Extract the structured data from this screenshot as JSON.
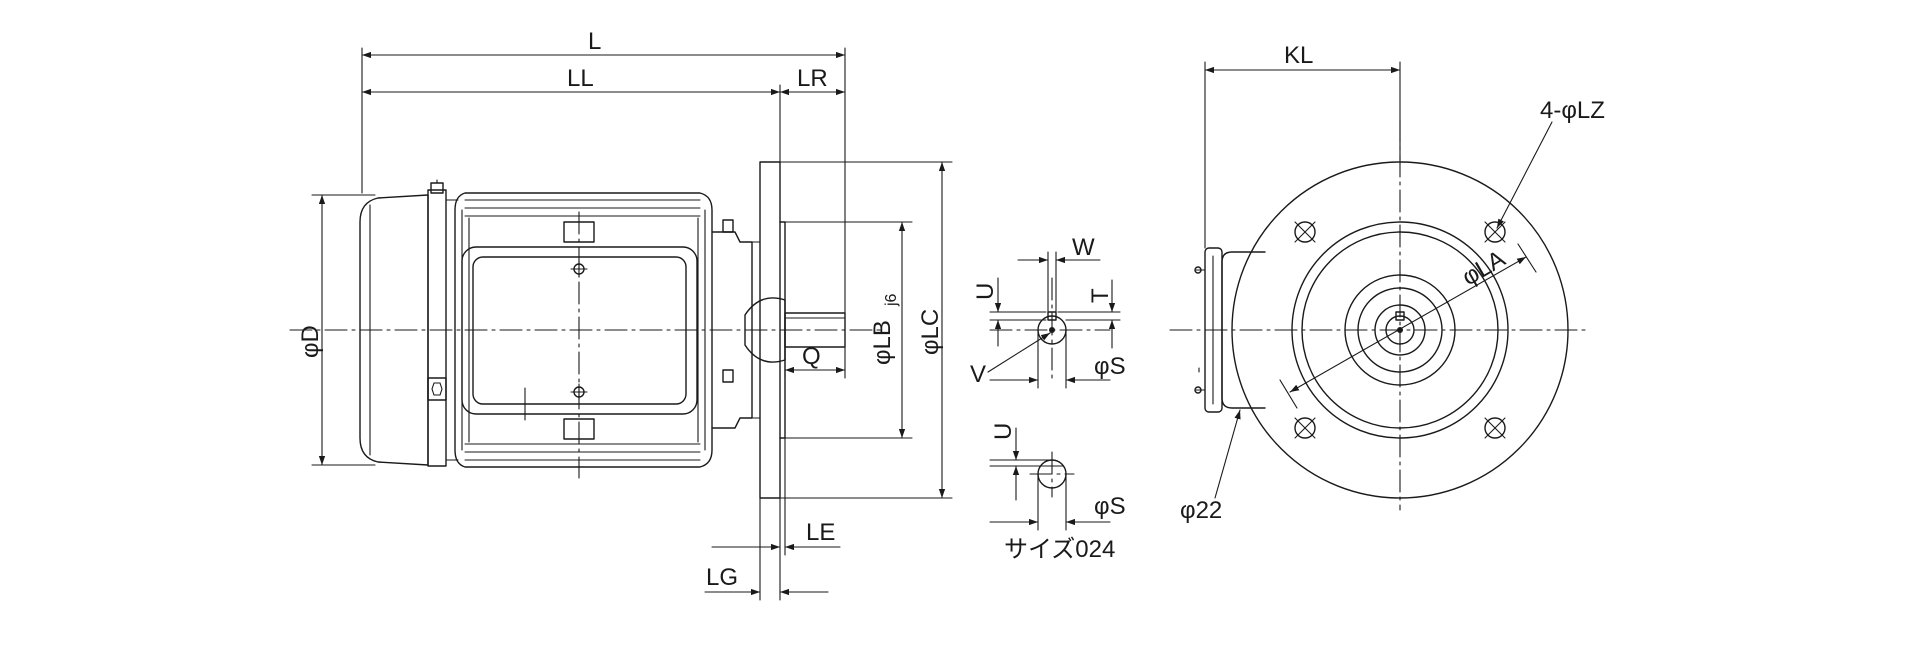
{
  "drawing": {
    "labels": {
      "L": "L",
      "LL": "LL",
      "LR": "LR",
      "D": "φD",
      "LB": "φLB",
      "LB_tolerance": "j6",
      "LC": "φLC",
      "Q": "Q",
      "LE": "LE",
      "LG": "LG",
      "W": "W",
      "U": "U",
      "T": "T",
      "V": "V",
      "S": "φS",
      "U2": "U",
      "S2": "φS",
      "size_note": "サイズ024",
      "KL": "KL",
      "LZ": "4-φLZ",
      "LA": "φLA",
      "cable": "φ22"
    }
  }
}
